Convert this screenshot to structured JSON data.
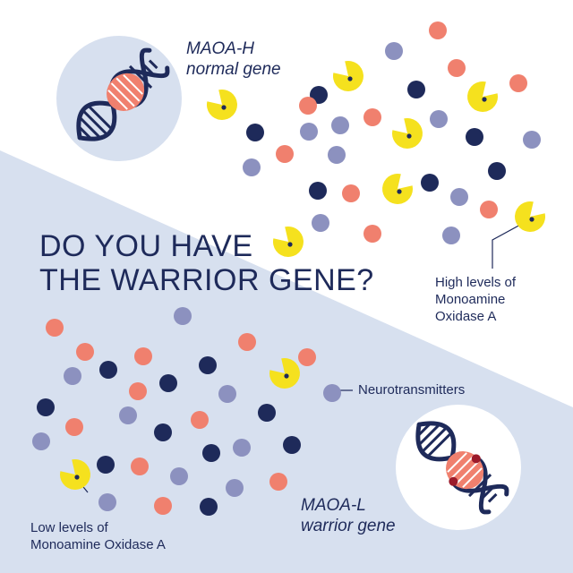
{
  "headline": {
    "line1": "DO YOU HAVE",
    "line2": "THE WARRIOR GENE?"
  },
  "top_gene": {
    "name": "MAOA-H",
    "description": "normal gene"
  },
  "bottom_gene": {
    "name": "MAOA-L",
    "description": "warrior gene"
  },
  "labels": {
    "high_line1": "High levels of",
    "high_line2": "Monoamine",
    "high_line3": "Oxidase A",
    "low_line1": "Low levels of",
    "low_line2": "Monoamine Oxidase A",
    "neurotransmitters": "Neurotransmitters"
  },
  "colors": {
    "navy": "#1e2a5a",
    "lavender": "#8c91bf",
    "salmon": "#f0806e",
    "yellow": "#f5e11e",
    "bg_bottom": "#d7e0ef",
    "circle_top": "#d7e0ef",
    "circle_bottom": "#ffffff"
  },
  "icons": [
    "dna-icon",
    "enzyme-pacman-icon",
    "neurotransmitter-dot-icon"
  ]
}
